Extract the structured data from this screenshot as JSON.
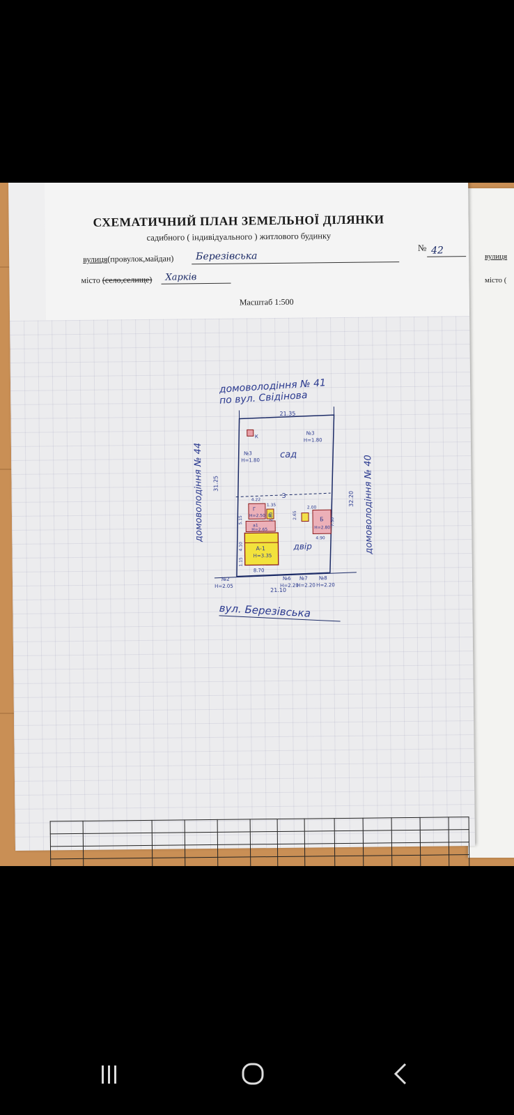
{
  "document": {
    "title": "СХЕМАТИЧНИЙ ПЛАН ЗЕМЕЛЬНОЇ ДІЛЯНКИ",
    "subtitle": "садибного ( індивідуального ) житлового будинку",
    "street_label_main": "вулиця",
    "street_label_rest": "(провулок,майдан)",
    "street_value": "Березівська",
    "number_label": "№",
    "number_value": "42",
    "city_label": "місто",
    "city_struck": "(село,селище)",
    "city_value": "Харків",
    "scale": "Масштаб 1:500"
  },
  "right_sheet": {
    "street_label": "вулиця",
    "city_label": "місто ("
  },
  "plan": {
    "top_neighbor_1": "домоволодіння № 41",
    "top_neighbor_2": "по вул. Свідінова",
    "left_neighbor": "домоволодіння № 44",
    "right_neighbor": "домоволодіння № 40",
    "street_bottom": "вул. Березівська",
    "dim_top": "21.35",
    "dim_left": "31.25",
    "dim_right": "32.20",
    "dim_bottom": "21.10",
    "garden": "сад",
    "yard": "двір",
    "fence_top": "№3",
    "fence_top_h": "H=1.80",
    "fence_left": "№3",
    "fence_left_h": "H=1.80",
    "house_a": "А-1",
    "house_a_h": "Н=3.35",
    "house_b": "Б",
    "house_b_h": "Н=2.80",
    "shed_g": "Г",
    "shed_g_h": "Н=2.50",
    "lit_a1": "а1",
    "lit_a1_h": "Н=2.65",
    "lit_v": "В",
    "lit_k": "К",
    "lit_z": "З",
    "fence_1": "№2",
    "fence_1_h": "Н=2.05",
    "fence_2": "№6",
    "fence_2_h": "Н=2.20",
    "fence_3": "№7",
    "fence_3_h": "Н=2.20",
    "fence_4": "№8",
    "fence_4_h": "Н=2.20",
    "dim_house_w": "8.70",
    "dim_b_w": "4.90",
    "dim_b_h": "7.30",
    "dim_b_top": "2.00",
    "dim_z": "2.65",
    "dim_g_top": "4.22",
    "dim_g_side": "1.35",
    "dim_misc_1": "5.15",
    "dim_misc_2": "4.10",
    "dim_misc_3": "2.80",
    "dim_misc_4": "1.15"
  },
  "table": {
    "rows": 8,
    "cols": 13
  },
  "nav": {
    "items": [
      "recent-apps",
      "home",
      "back"
    ]
  }
}
